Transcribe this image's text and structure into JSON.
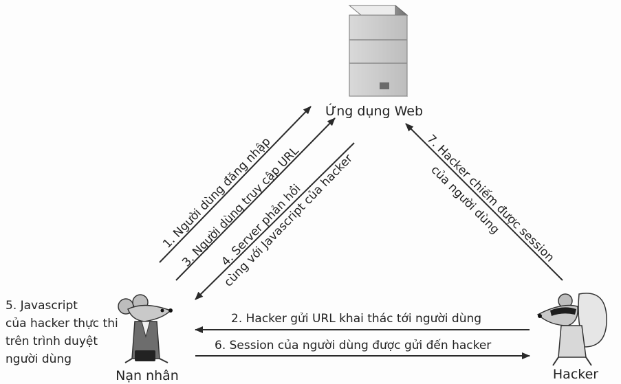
{
  "title": "",
  "nodes": {
    "server": {
      "label": "Ứng dụng Web",
      "icon": "server-icon"
    },
    "victim": {
      "label": "Nạn nhân",
      "icon": "mouse-character-icon"
    },
    "hacker": {
      "label": "Hacker",
      "icon": "masked-mouse-hacker-icon"
    }
  },
  "steps": {
    "s1": "1. Người dùng đăng nhập",
    "s2": "2. Hacker gửi URL khai thác tới người dùng",
    "s3": "3. Người dùng truy cập URL",
    "s4a": "4. Server phản hồi",
    "s4b": "cùng với Javascript của hacker",
    "s5": [
      "5. Javascript",
      "của hacker thực thi",
      "trên trình duyệt",
      "người dùng"
    ],
    "s6": "6. Session của người dùng được gửi đến hacker",
    "s7a": "7. Hacker chiếm được session",
    "s7b": "của người dùng"
  },
  "colors": {
    "line": "#2a2a2a",
    "server_light": "#d8d8d8",
    "server_dark": "#8a8a8a"
  }
}
